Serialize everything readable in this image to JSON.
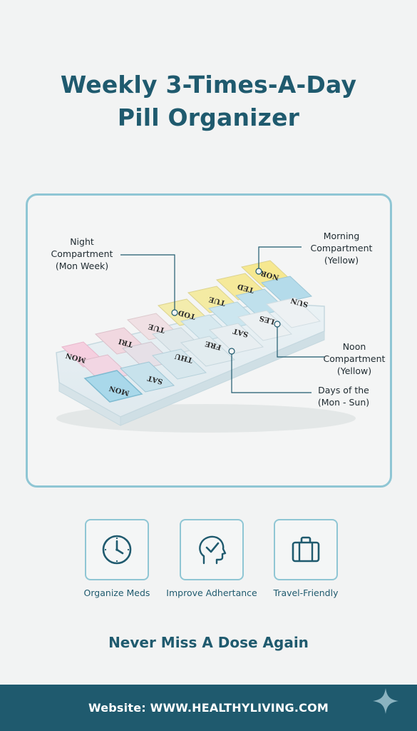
{
  "title": {
    "line1": "Weekly 3-Times-A-Day",
    "line2": "Pill Organizer"
  },
  "callouts": {
    "night": [
      "Night",
      "Compartment",
      "(Mon Week)"
    ],
    "morning": [
      "Morning",
      "Compartment",
      "(Yellow)"
    ],
    "noon": [
      "Noon",
      "Compartment",
      "(Yellow)"
    ],
    "days": [
      "Days of the",
      "(Mon - Sun)"
    ]
  },
  "lids": {
    "back_row": [
      "MON",
      "TRI",
      "TUE",
      "TOD",
      "TUE",
      "TED",
      "NOR"
    ],
    "middle_row": [
      "",
      "",
      "",
      "THU",
      "FRE",
      "SAT",
      "LES"
    ],
    "front_row": [
      "MON",
      "SAT",
      "",
      "",
      "",
      "",
      "SUN"
    ]
  },
  "features": [
    {
      "icon": "clock-icon",
      "label": "Organize Meds"
    },
    {
      "icon": "head-check-icon",
      "label": "Improve Adhertance"
    },
    {
      "icon": "suitcase-icon",
      "label": "Travel-Friendly"
    }
  ],
  "tagline": "Never Miss A Dose Again",
  "footer": {
    "website": "Website: WWW.HEALTHYLIVING.COM"
  },
  "colors": {
    "accent": "#1f5a6e",
    "border": "#8fc6d4",
    "pink": "#f4c9dc",
    "yellow": "#f3ec9a",
    "blue": "#a9d9ea"
  }
}
